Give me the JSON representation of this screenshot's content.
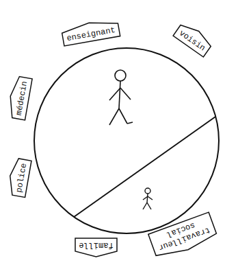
{
  "diagram": {
    "nodes": [
      {
        "text": [
          "enseignant"
        ]
      },
      {
        "text": [
          "voisin"
        ]
      },
      {
        "text": [
          "médecin"
        ]
      },
      {
        "text": [
          "police"
        ]
      },
      {
        "text": [
          "famille"
        ]
      },
      {
        "text": [
          "travailleur social"
        ]
      }
    ]
  }
}
